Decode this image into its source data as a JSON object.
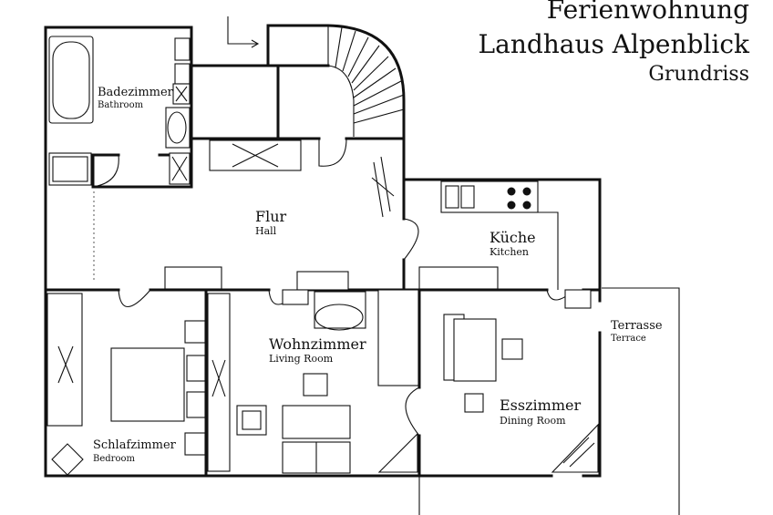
{
  "title": {
    "line1": "Ferienwohnung",
    "line2": "Landhaus Alpenblick",
    "line3": "Grundriss"
  },
  "rooms": {
    "bathroom": {
      "name": "Badezimmer",
      "sub": "Bathroom"
    },
    "hall": {
      "name": "Flur",
      "sub": "Hall"
    },
    "kitchen": {
      "name": "Küche",
      "sub": "Kitchen"
    },
    "terrace": {
      "name": "Terrasse",
      "sub": "Terrace"
    },
    "living": {
      "name": "Wohnzimmer",
      "sub": "Living Room"
    },
    "dining": {
      "name": "Esszimmer",
      "sub": "Dining Room"
    },
    "bedroom": {
      "name": "Schlafzimmer",
      "sub": "Bedroom"
    }
  }
}
